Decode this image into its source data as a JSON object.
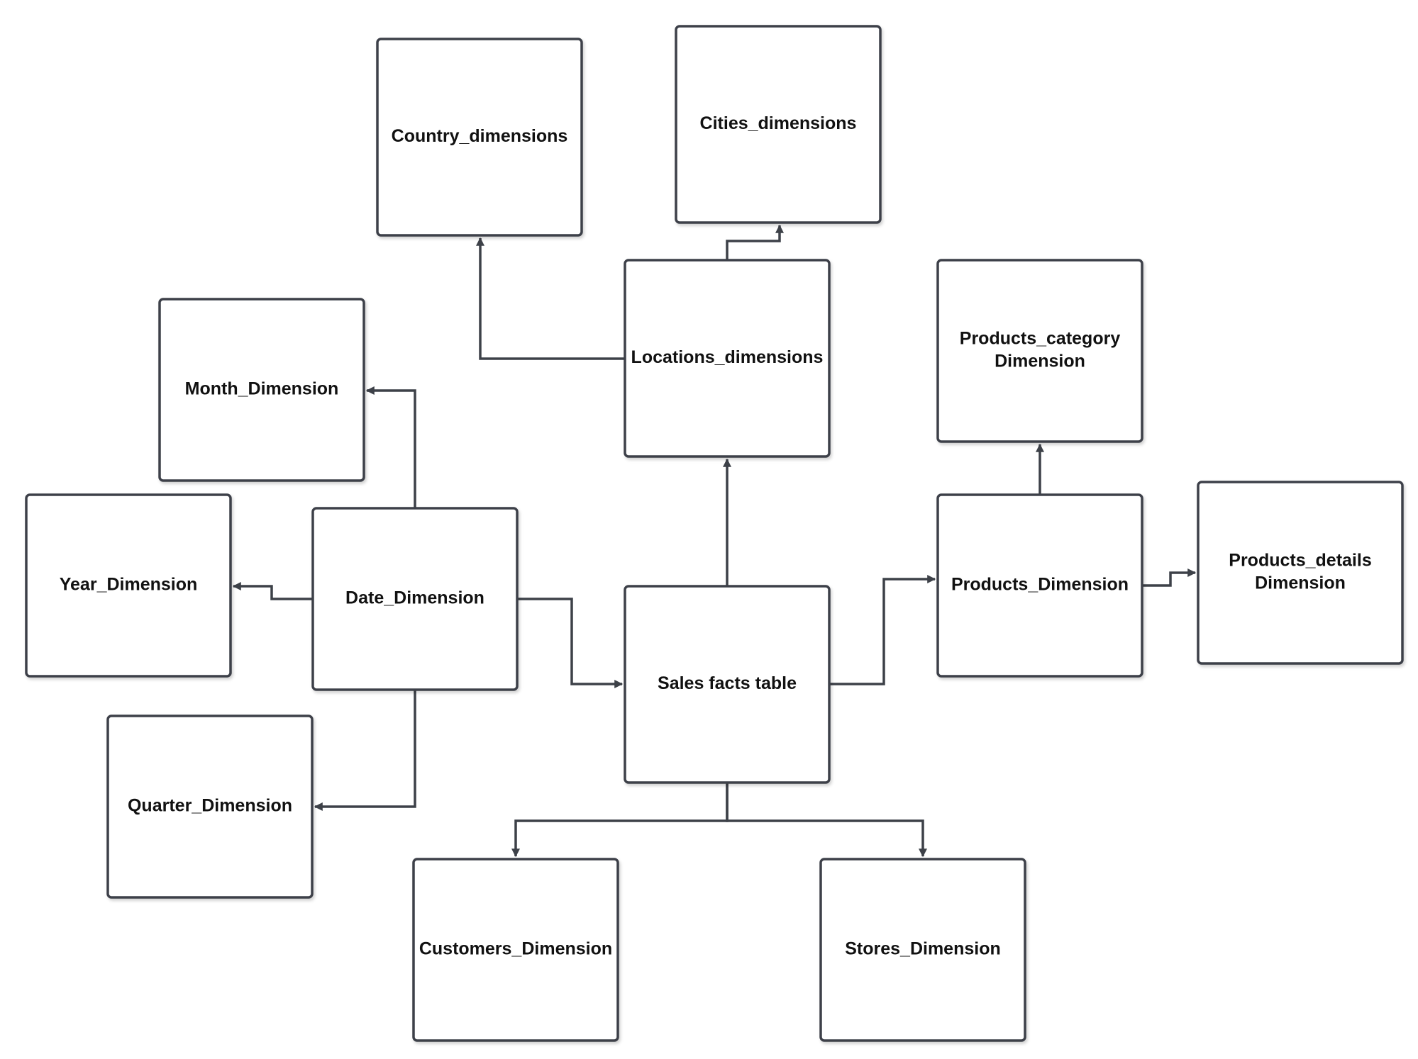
{
  "diagram": {
    "nodes": {
      "country": {
        "label": [
          "Country_dimensions"
        ]
      },
      "cities": {
        "label": [
          "Cities_dimensions"
        ]
      },
      "month": {
        "label": [
          "Month_Dimension"
        ]
      },
      "locations": {
        "label": [
          "Locations_dimensions"
        ]
      },
      "prodcategory": {
        "label": [
          "Products_category",
          "Dimension"
        ]
      },
      "year": {
        "label": [
          "Year_Dimension"
        ]
      },
      "date": {
        "label": [
          "Date_Dimension"
        ]
      },
      "products": {
        "label": [
          "Products_Dimension"
        ]
      },
      "proddetails": {
        "label": [
          "Products_details",
          "Dimension"
        ]
      },
      "sales": {
        "label": [
          "Sales facts table"
        ]
      },
      "quarter": {
        "label": [
          "Quarter_Dimension"
        ]
      },
      "customers": {
        "label": [
          "Customers_Dimension"
        ]
      },
      "stores": {
        "label": [
          "Stores_Dimension"
        ]
      }
    },
    "edges": [
      {
        "from": "locations",
        "to": "country"
      },
      {
        "from": "locations",
        "to": "cities"
      },
      {
        "from": "sales",
        "to": "locations"
      },
      {
        "from": "date",
        "to": "month"
      },
      {
        "from": "date",
        "to": "year"
      },
      {
        "from": "date",
        "to": "sales"
      },
      {
        "from": "date",
        "to": "quarter"
      },
      {
        "from": "sales",
        "to": "products"
      },
      {
        "from": "products",
        "to": "prodcategory"
      },
      {
        "from": "products",
        "to": "proddetails"
      },
      {
        "from": "sales",
        "to": "customers"
      },
      {
        "from": "sales",
        "to": "stores"
      }
    ]
  }
}
